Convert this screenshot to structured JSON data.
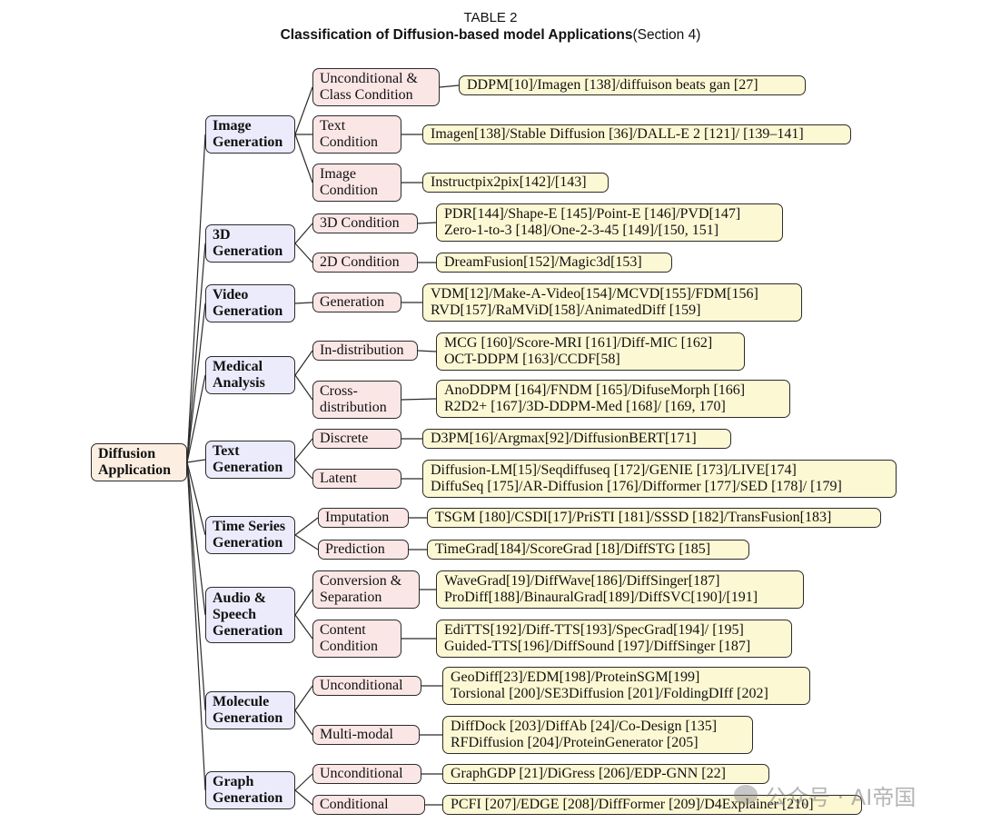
{
  "caption": {
    "table_no": "TABLE 2",
    "title_bold": "Classification of Diffusion-based model Applications",
    "title_suffix": "(Section 4)"
  },
  "root": "Diffusion\nApplication",
  "categories": [
    {
      "label": "Image\nGeneration",
      "subs": [
        {
          "label": "Unconditional &\nClass Condition",
          "leaf": "DDPM[10]/Imagen [138]/diffuison beats gan [27]"
        },
        {
          "label": "Text\nCondition",
          "leaf": "Imagen[138]/Stable Diffusion [36]/DALL-E 2 [121]/ [139–141]"
        },
        {
          "label": "Image\nCondition",
          "leaf": "Instructpix2pix[142]/[143]"
        }
      ]
    },
    {
      "label": "3D\nGeneration",
      "subs": [
        {
          "label": "3D Condition",
          "leaf": "PDR[144]/Shape-E [145]/Point-E [146]/PVD[147]\nZero-1-to-3 [148]/One-2-3-45 [149]/[150, 151]"
        },
        {
          "label": "2D Condition",
          "leaf": "DreamFusion[152]/Magic3d[153]"
        }
      ]
    },
    {
      "label": "Video\nGeneration",
      "subs": [
        {
          "label": "Generation",
          "leaf": "VDM[12]/Make-A-Video[154]/MCVD[155]/FDM[156]\nRVD[157]/RaMViD[158]/AnimatedDiff [159]"
        }
      ]
    },
    {
      "label": "Medical\nAnalysis",
      "subs": [
        {
          "label": "In-distribution",
          "leaf": "MCG [160]/Score-MRI [161]/Diff-MIC [162]\nOCT-DDPM [163]/CCDF[58]"
        },
        {
          "label": "Cross-\ndistribution",
          "leaf": "AnoDDPM [164]/FNDM [165]/DifuseMorph [166]\nR2D2+ [167]/3D-DDPM-Med [168]/ [169, 170]"
        }
      ]
    },
    {
      "label": "Text\nGeneration",
      "subs": [
        {
          "label": "Discrete",
          "leaf": "D3PM[16]/Argmax[92]/DiffusionBERT[171]"
        },
        {
          "label": "Latent",
          "leaf": "Diffusion-LM[15]/Seqdiffuseq [172]/GENIE [173]/LIVE[174]\nDiffuSeq [175]/AR-Diffusion [176]/Difformer [177]/SED [178]/ [179]"
        }
      ]
    },
    {
      "label": "Time Series\nGeneration",
      "subs": [
        {
          "label": "Imputation",
          "leaf": "TSGM [180]/CSDI[17]/PriSTI [181]/SSSD [182]/TransFusion[183]"
        },
        {
          "label": "Prediction",
          "leaf": "TimeGrad[184]/ScoreGrad [18]/DiffSTG [185]"
        }
      ]
    },
    {
      "label": "Audio &\nSpeech\nGeneration",
      "subs": [
        {
          "label": "Conversion &\nSeparation",
          "leaf": "WaveGrad[19]/DiffWave[186]/DiffSinger[187]\nProDiff[188]/BinauralGrad[189]/DiffSVC[190]/[191]"
        },
        {
          "label": "Content\nCondition",
          "leaf": "EdiTTS[192]/Diff-TTS[193]/SpecGrad[194]/ [195]\nGuided-TTS[196]/DiffSound [197]/DiffSinger [187]"
        }
      ]
    },
    {
      "label": "Molecule\nGeneration",
      "subs": [
        {
          "label": "Unconditional",
          "leaf": "GeoDiff[23]/EDM[198]/ProteinSGM[199]\nTorsional [200]/SE3Diffusion [201]/FoldingDIff [202]"
        },
        {
          "label": "Multi-modal",
          "leaf": "DiffDock [203]/DiffAb [24]/Co-Design [135]\nRFDiffusion [204]/ProteinGenerator [205]"
        }
      ]
    },
    {
      "label": "Graph\nGeneration",
      "subs": [
        {
          "label": "Unconditional",
          "leaf": "GraphGDP [21]/DiGress [206]/EDP-GNN [22]"
        },
        {
          "label": "Conditional",
          "leaf": "PCFI [207]/EDGE [208]/DiffFormer [209]/D4Explainer [210]"
        }
      ]
    }
  ],
  "watermark": "公众号 · AI帝国"
}
